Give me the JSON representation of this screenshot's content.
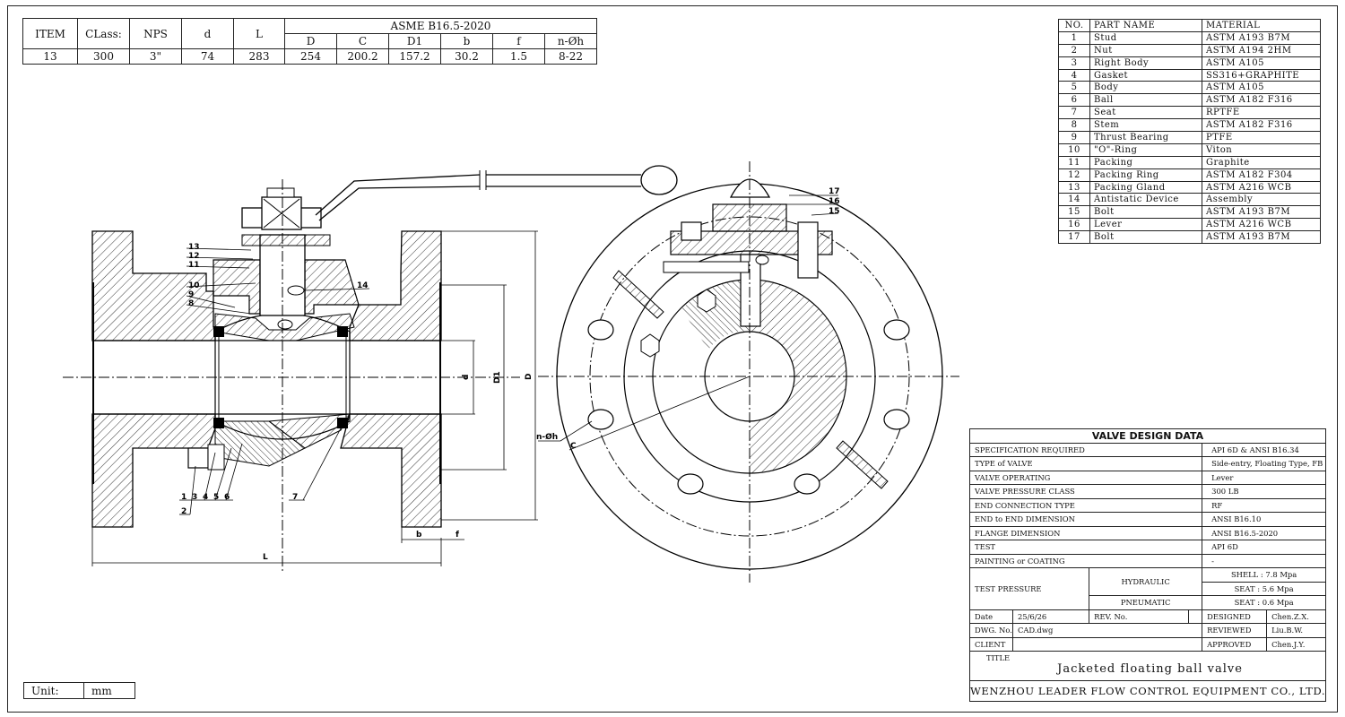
{
  "dim_table": {
    "headers": [
      "ITEM",
      "CLass:",
      "NPS",
      "d",
      "L"
    ],
    "asme_header": "ASME B16.5-2020",
    "asme_subheaders": [
      "D",
      "C",
      "D1",
      "b",
      "f",
      "n-Øh"
    ],
    "row": [
      "13",
      "300",
      "3\"",
      "74",
      "283",
      "254",
      "200.2",
      "157.2",
      "30.2",
      "1.5",
      "8-22"
    ]
  },
  "parts": {
    "headers": [
      "NO.",
      "PART NAME",
      "MATERIAL"
    ],
    "rows": [
      [
        "1",
        "Stud",
        "ASTM A193 B7M"
      ],
      [
        "2",
        "Nut",
        "ASTM A194 2HM"
      ],
      [
        "3",
        "Right Body",
        "ASTM A105"
      ],
      [
        "4",
        "Gasket",
        "SS316+GRAPHITE"
      ],
      [
        "5",
        "Body",
        "ASTM A105"
      ],
      [
        "6",
        "Ball",
        "ASTM A182 F316"
      ],
      [
        "7",
        "Seat",
        "RPTFE"
      ],
      [
        "8",
        "Stem",
        "ASTM A182 F316"
      ],
      [
        "9",
        "Thrust Bearing",
        "PTFE"
      ],
      [
        "10",
        "\"O\"-Ring",
        "Viton"
      ],
      [
        "11",
        "Packing",
        "Graphite"
      ],
      [
        "12",
        "Packing Ring",
        "ASTM A182 F304"
      ],
      [
        "13",
        "Packing Gland",
        "ASTM A216 WCB"
      ],
      [
        "14",
        "Antistatic Device",
        "Assembly"
      ],
      [
        "15",
        "Bolt",
        "ASTM A193 B7M"
      ],
      [
        "16",
        "Lever",
        "ASTM A216 WCB"
      ],
      [
        "17",
        "Bolt",
        "ASTM A193 B7M"
      ]
    ]
  },
  "design": {
    "title": "VALVE DESIGN DATA",
    "rows": [
      [
        "SPECIFICATION REQUIRED",
        "API 6D & ANSI B16.34"
      ],
      [
        "TYPE of VALVE",
        "Side-entry, Floating Type, FB"
      ],
      [
        "VALVE OPERATING",
        "Lever"
      ],
      [
        "VALVE PRESSURE CLASS",
        "300 LB"
      ],
      [
        "END CONNECTION TYPE",
        "RF"
      ],
      [
        "END to END DIMENSION",
        "ANSI B16.10"
      ],
      [
        "FLANGE DIMENSION",
        "ANSI B16.5-2020"
      ],
      [
        "TEST",
        "API 6D"
      ],
      [
        "PAINTING or COATING",
        "-"
      ]
    ],
    "test_pressure_label": "TEST PRESSURE",
    "hydraulic_label": "HYDRAULIC",
    "pneumatic_label": "PNEUMATIC",
    "shell": "SHELL :   7.8   Mpa",
    "seat_hyd": "SEAT  :   5.6   Mpa",
    "seat_pne": "SEAT  :   0.6   Mpa",
    "date_label": "Date",
    "date_value": "25/6/26",
    "rev_label": "REV. No.",
    "designed_label": "DESIGNED",
    "designed_value": "Chen.Z.X.",
    "dwg_label": "DWG. No.",
    "dwg_value": "CAD.dwg",
    "reviewed_label": "REVIEWED",
    "reviewed_value": "Liu.B.W.",
    "client_label": "CLIENT",
    "approved_label": "APPROVED",
    "approved_value": "Chen.J.Y.",
    "title_label": "TITLE",
    "title_value": "Jacketed floating ball valve",
    "company": "WENZHOU LEADER FLOW CONTROL EQUIPMENT CO., LTD."
  },
  "unit": {
    "label": "Unit:",
    "value": "mm"
  },
  "drawing_labels": {
    "parts_upper": [
      "13",
      "12",
      "11",
      "10",
      "9",
      "8"
    ],
    "part_14": "14",
    "parts_lower": [
      "1",
      "3",
      "4",
      "5",
      "6"
    ],
    "part_2": "2",
    "part_7": "7",
    "dims": {
      "d": "d",
      "D1": "D1",
      "D": "D",
      "L": "L",
      "b": "b",
      "f": "f",
      "n_h": "n-Øh",
      "C": "C"
    },
    "parts_right": [
      "17",
      "16",
      "15"
    ]
  }
}
